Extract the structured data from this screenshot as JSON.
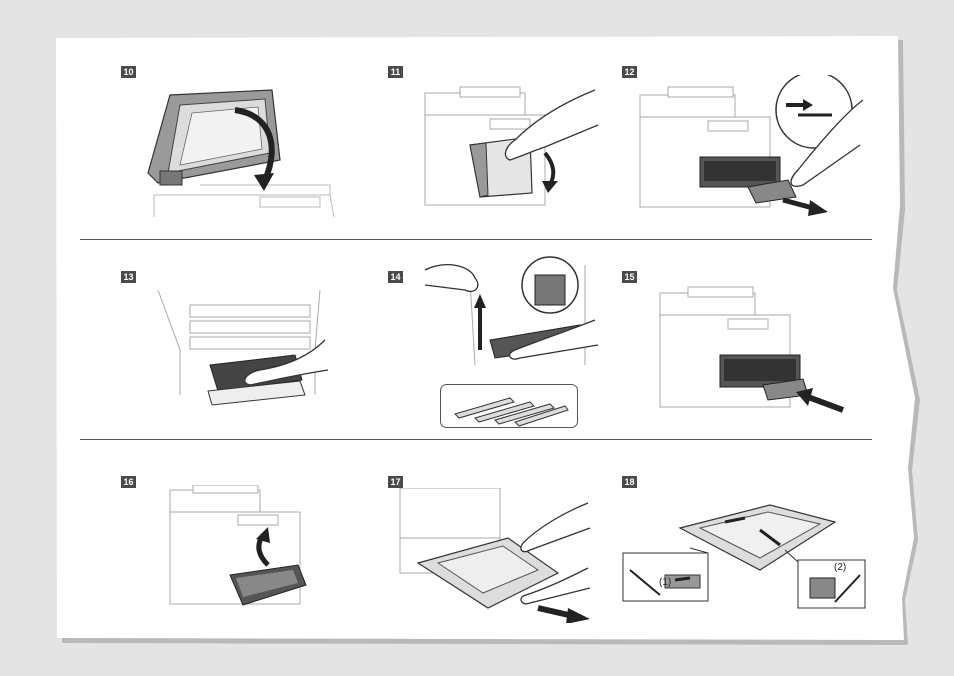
{
  "steps": [
    {
      "number": "10",
      "illustration": "close-feeder-lid"
    },
    {
      "number": "11",
      "illustration": "open-front-cover"
    },
    {
      "number": "12",
      "illustration": "pull-out-toner-drawer"
    },
    {
      "number": "13",
      "illustration": "insert-toner-cartridges"
    },
    {
      "number": "14",
      "illustration": "remove-protective-tapes"
    },
    {
      "number": "15",
      "illustration": "push-drawer-in"
    },
    {
      "number": "16",
      "illustration": "close-front-cover"
    },
    {
      "number": "17",
      "illustration": "pull-out-paper-drawer"
    },
    {
      "number": "18",
      "illustration": "adjust-paper-guides"
    }
  ],
  "callouts": {
    "guide_1": "(1)",
    "guide_2": "(2)"
  },
  "colors": {
    "background": "#e4e4e4",
    "sheet": "#ffffff",
    "badge": "#4a4a4a",
    "line_art": "#333333",
    "arrow": "#222222",
    "shading": "#bdbdbd"
  }
}
